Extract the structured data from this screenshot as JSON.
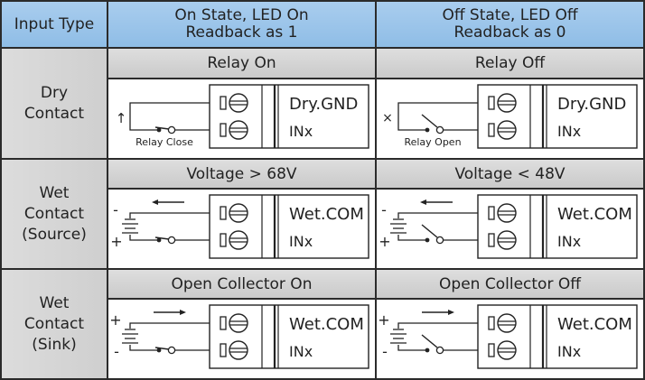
{
  "header": {
    "input_type": "Input Type",
    "on_state": "On State, LED On\nReadback as 1",
    "on_state_line1": "On State, LED On",
    "on_state_line2": "Readback as 1",
    "off_state_line1": "Off State, LED Off",
    "off_state_line2": "Readback as 0"
  },
  "rows": [
    {
      "label_lines": [
        "Dry",
        "Contact"
      ],
      "on": {
        "title": "Relay On",
        "indicator": "↑",
        "switch_caption": "Relay Close",
        "terminal_top": "Dry.GND",
        "terminal_bottom": "INx"
      },
      "off": {
        "title": "Relay Off",
        "indicator": "×",
        "switch_caption": "Relay Open",
        "terminal_top": "Dry.GND",
        "terminal_bottom": "INx"
      }
    },
    {
      "label_lines": [
        "Wet",
        "Contact",
        "(Source)"
      ],
      "on": {
        "title": "Voltage > 68V",
        "polarity_top": "-",
        "polarity_bottom": "+",
        "current_direction": "left",
        "terminal_top": "Wet.COM",
        "terminal_bottom": "INx"
      },
      "off": {
        "title": "Voltage < 48V",
        "polarity_top": "-",
        "polarity_bottom": "+",
        "current_direction": "left",
        "terminal_top": "Wet.COM",
        "terminal_bottom": "INx"
      }
    },
    {
      "label_lines": [
        "Wet",
        "Contact",
        "(Sink)"
      ],
      "on": {
        "title": "Open Collector On",
        "polarity_top": "+",
        "polarity_bottom": "-",
        "current_direction": "right",
        "terminal_top": "Wet.COM",
        "terminal_bottom": "INx"
      },
      "off": {
        "title": "Open Collector Off",
        "polarity_top": "+",
        "polarity_bottom": "-",
        "current_direction": "right",
        "terminal_top": "Wet.COM",
        "terminal_bottom": "INx"
      }
    }
  ],
  "colors": {
    "header_bg": "#9fc7ec",
    "label_bg": "#d6d6d6",
    "subheader_bg": "#d4d4d4",
    "border": "#2b2b2b",
    "line": "#222222"
  }
}
